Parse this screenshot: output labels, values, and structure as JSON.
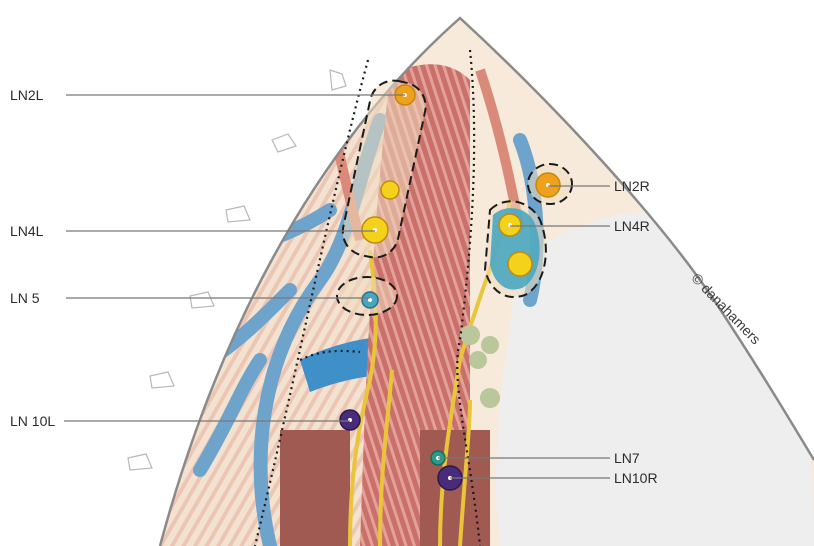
{
  "labels": {
    "ln2l": "LN2L",
    "ln4l": "LN4L",
    "ln5": "LN 5",
    "ln10l": "LN 10L",
    "ln2r": "LN2R",
    "ln4r": "LN4R",
    "ln7": "LN7",
    "ln10r": "LN10R"
  },
  "credit": "© danahamers",
  "colors": {
    "node_yellow": "#f4d21c",
    "node_orange": "#f0a01c",
    "node_teal": "#4aa6c0",
    "node_purple": "#4a2a7a",
    "vein_blue": "#6ea4cc",
    "artery_red": "#d98a78",
    "muscle": "#c0645c",
    "fat": "#f1dcc0"
  }
}
